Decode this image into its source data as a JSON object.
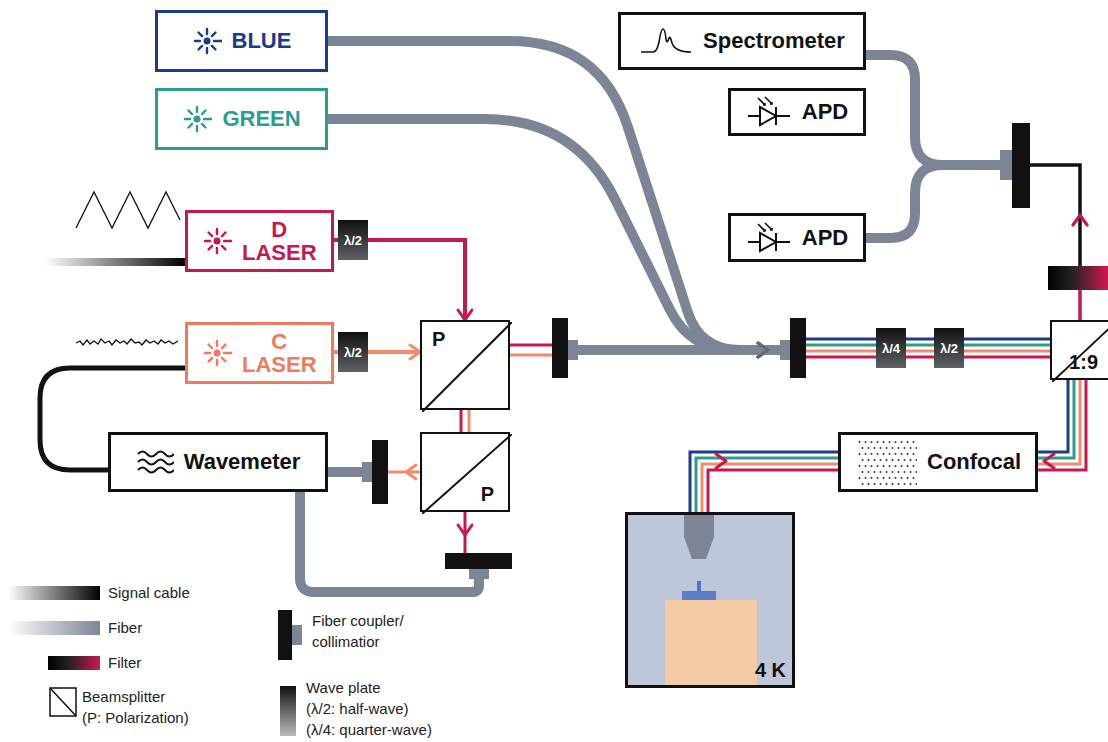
{
  "diagram": {
    "nodes": [
      {
        "text": [
          "BLUE"
        ]
      },
      {
        "text": [
          "GREEN"
        ]
      },
      {
        "text": [
          "Spectrometer"
        ]
      },
      {
        "text": [
          "APD"
        ]
      },
      {
        "text": [
          "D LASER"
        ]
      },
      {
        "text": [
          "λ/2"
        ]
      },
      {
        "text": [
          "APD"
        ]
      },
      {
        "text": [
          "C LASER"
        ]
      },
      {
        "text": [
          "λ/2"
        ]
      },
      {
        "text": [
          "P"
        ]
      },
      {
        "text": [
          "λ/4"
        ]
      },
      {
        "text": [
          "λ/2"
        ]
      },
      {
        "text": [
          "1:9"
        ]
      },
      {
        "text": [
          "Wavemeter"
        ]
      },
      {
        "text": [
          "P"
        ]
      },
      {
        "text": [
          "Confocal"
        ]
      },
      {
        "text": [
          "4 K"
        ]
      }
    ],
    "edges": [
      {
        "from": 4,
        "to": 5,
        "arrow": "none"
      },
      {
        "from": 5,
        "to": 9,
        "arrow": "to"
      },
      {
        "from": 7,
        "to": 8,
        "arrow": "none"
      },
      {
        "from": 8,
        "to": 9,
        "arrow": "to"
      },
      {
        "from": 9,
        "to": 14,
        "arrow": "none"
      },
      {
        "from": 14,
        "to": 13,
        "arrow": "to"
      },
      {
        "from": 14,
        "to": 13,
        "arrow": "to"
      },
      {
        "from": 13,
        "to": 7,
        "arrow": "none"
      },
      {
        "from": 9,
        "to": 10,
        "arrow": "to"
      },
      {
        "from": 0,
        "to": 10,
        "arrow": "to"
      },
      {
        "from": 1,
        "to": 10,
        "arrow": "to"
      },
      {
        "from": 10,
        "to": 11,
        "arrow": "none"
      },
      {
        "from": 11,
        "to": 12,
        "arrow": "none"
      },
      {
        "from": 12,
        "to": 15,
        "arrow": "to"
      },
      {
        "from": 16,
        "to": 15,
        "arrow": "to"
      },
      {
        "from": 12,
        "to": 2,
        "arrow": "to"
      },
      {
        "from": 12,
        "to": 6,
        "arrow": "to"
      }
    ],
    "legend": [
      {
        "text": "Signal cable"
      },
      {
        "text": "Fiber"
      },
      {
        "text": "Filter"
      },
      {
        "text": "Beamsplitter"
      },
      {
        "text": "(P: Polarization)"
      },
      {
        "text": "Fiber coupler/"
      },
      {
        "text": "collimatior"
      },
      {
        "text": "Wave plate"
      },
      {
        "text": "(λ/2: half-wave)"
      },
      {
        "text": "(λ/4: quarter-wave)"
      }
    ]
  }
}
